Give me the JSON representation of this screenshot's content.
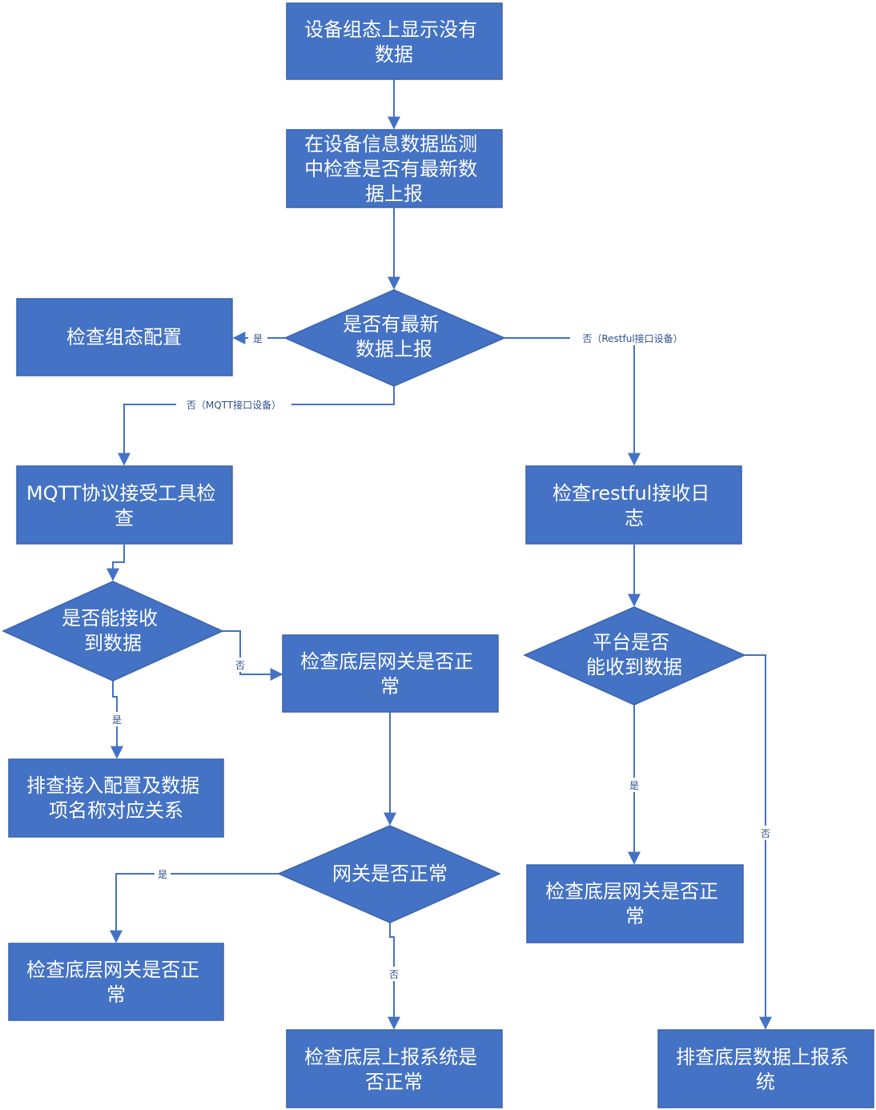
{
  "colors": {
    "node_fill": "#4472c4",
    "edge": "#4472c4",
    "label": "#2f4f8f",
    "background": "#ffffff"
  },
  "nodes": {
    "start": [
      "设备组态上显示没有",
      "数据"
    ],
    "check_monitor": [
      "在设备信息数据监测",
      "中检查是否有最新数",
      "据上报"
    ],
    "decision_latest": [
      "是否有最新",
      "数据上报"
    ],
    "check_config": [
      "检查组态配置"
    ],
    "mqtt_tool": [
      "MQTT协议接受工具检",
      "查"
    ],
    "restful_log": [
      "检查restful接收日",
      "志"
    ],
    "decision_receive": [
      "是否能接收",
      "到数据"
    ],
    "check_gateway_1": [
      "检查底层网关是否正",
      "常"
    ],
    "decision_platform": [
      "平台是否",
      "能收到数据"
    ],
    "check_mapping": [
      "排查接入配置及数据",
      "项名称对应关系"
    ],
    "decision_gateway": [
      "网关是否正常"
    ],
    "check_gateway_right": [
      "检查底层网关是否正",
      "常"
    ],
    "check_gateway_left": [
      "检查底层网关是否正",
      "常"
    ],
    "check_report_system": [
      "检查底层上报系统是",
      "否正常"
    ],
    "check_data_report": [
      "排查底层数据上报系",
      "统"
    ]
  },
  "edge_labels": {
    "yes_config": "是",
    "no_restful": "否（Restful接口设备）",
    "no_mqtt": "否（MQTT接口设备）",
    "no_receive": "否",
    "yes_receive": "是",
    "yes_platform": "是",
    "no_platform": "否",
    "yes_gateway": "是",
    "no_gateway": "否"
  }
}
